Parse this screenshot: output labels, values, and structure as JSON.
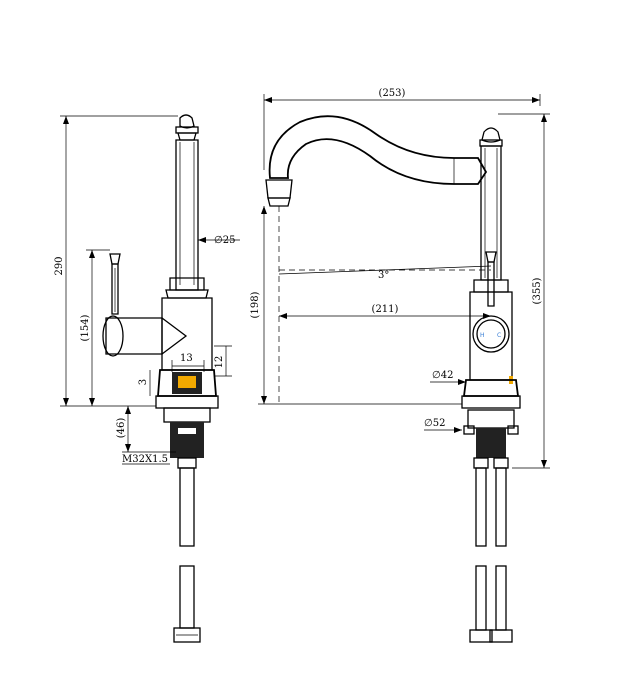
{
  "side_view": {
    "height_total": "290",
    "height_spout": "(154)",
    "dia_body": "∅25",
    "width_13": "13",
    "height_12": "12",
    "height_3": "3",
    "under_46": "(46)",
    "thread": "M32X1.5"
  },
  "front_view": {
    "width_total": "(253)",
    "angle": "3°",
    "reach": "(211)",
    "spout_height": "(198)",
    "total_height": "(355)",
    "dia_base": "∅42",
    "dia_shank": "∅52",
    "hot_label": "H",
    "cold_label": "C"
  },
  "colors": {
    "line": "#000000",
    "hot_accent": "#f2a900",
    "cold_accent": "#3a7fd5"
  }
}
